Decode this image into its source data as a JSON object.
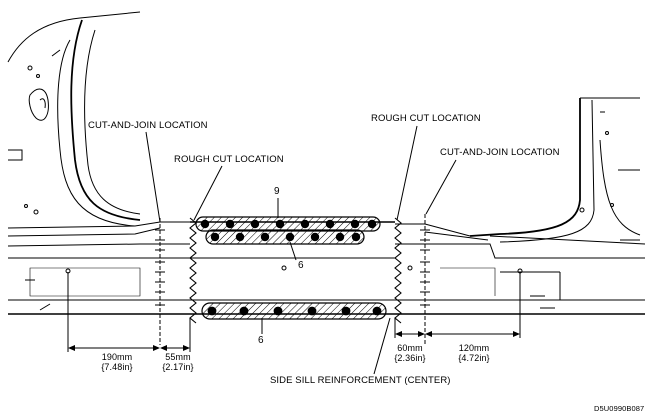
{
  "callouts": {
    "cut_join_left": "CUT-AND-JOIN LOCATION",
    "cut_join_right": "CUT-AND-JOIN LOCATION",
    "rough_cut_left": "ROUGH CUT LOCATION",
    "rough_cut_right": "ROUGH CUT LOCATION",
    "reinforcement": "SIDE SILL REINFORCEMENT (CENTER)"
  },
  "parts": {
    "upper_weld_label": "9",
    "middle_weld_label": "6",
    "lower_weld_label": "6"
  },
  "dimensions": {
    "d190": {
      "mm": "190mm",
      "in": "{7.48in}"
    },
    "d55": {
      "mm": "55mm",
      "in": "{2.17in}"
    },
    "d60": {
      "mm": "60mm",
      "in": "{2.36in}"
    },
    "d120": {
      "mm": "120mm",
      "in": "{4.72in}"
    }
  },
  "reference_code": "D5U0990B087"
}
